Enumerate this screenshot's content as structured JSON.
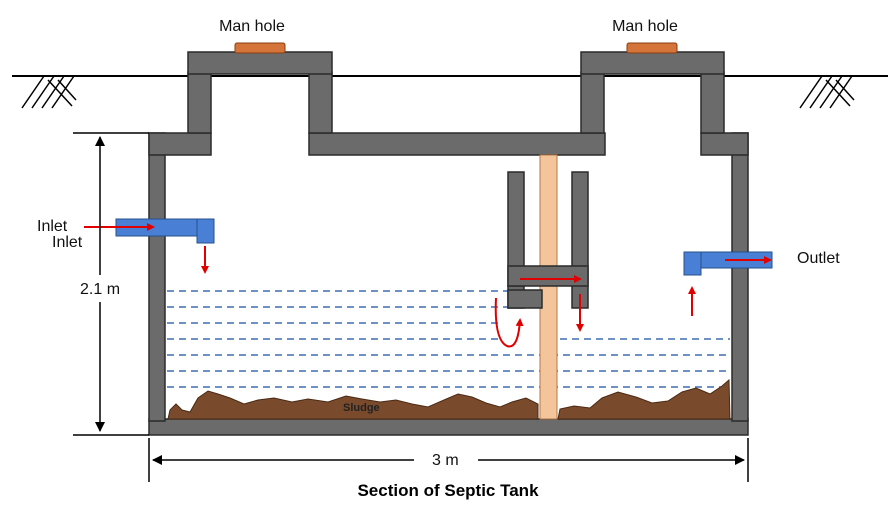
{
  "labels": {
    "manhole_left": "Man hole",
    "manhole_right": "Man hole",
    "inlet_1": "Inlet",
    "inlet_2": "Inlet",
    "outlet": "Outlet",
    "height": "2.1 m",
    "width": "3 m",
    "sludge": "Sludge",
    "title": "Section of Septic Tank"
  },
  "colors": {
    "wall": "#6b6b6b",
    "pipe": "#4a7fd6",
    "manhole_cover": "#d4733a",
    "baffle_rod": "#f4c49a",
    "sludge": "#7a4a2c",
    "flow_arrow": "#e00000",
    "water_line": "#3f6fb0"
  }
}
